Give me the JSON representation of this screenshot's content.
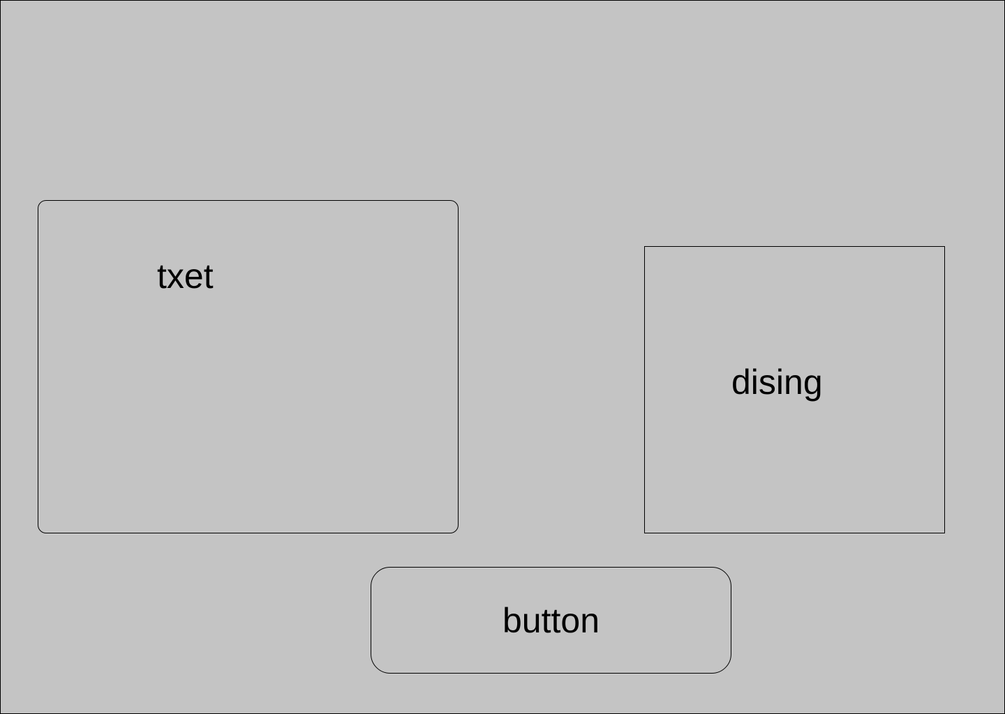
{
  "text_panel": {
    "label": "txet"
  },
  "design_panel": {
    "label": "dising"
  },
  "button": {
    "label": "button"
  }
}
